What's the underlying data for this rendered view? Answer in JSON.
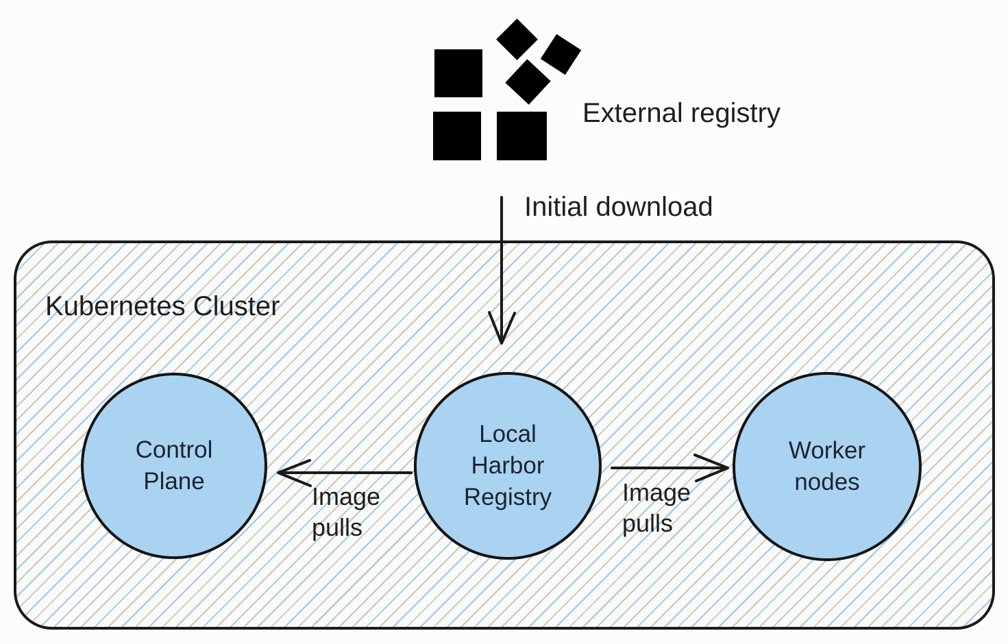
{
  "diagram": {
    "type": "architecture-diagram",
    "topic": "Harbor registry inside a Kubernetes cluster"
  },
  "external_registry": {
    "label": "External registry",
    "icon": "scattered-black-squares-icon"
  },
  "arrows": {
    "initial_download": {
      "label": "Initial download",
      "from": "external-registry",
      "to": "local-harbor-registry",
      "direction": "down"
    },
    "image_pulls_left": {
      "label": "Image\npulls",
      "from": "local-harbor-registry",
      "to": "control-plane",
      "direction": "left"
    },
    "image_pulls_right": {
      "label": "Image\npulls",
      "from": "local-harbor-registry",
      "to": "worker-nodes",
      "direction": "right"
    }
  },
  "cluster": {
    "label": "Kubernetes Cluster",
    "nodes": [
      {
        "id": "control-plane",
        "label": "Control\nPlane"
      },
      {
        "id": "local-harbor-registry",
        "label": "Local\nHarbor\nRegistry"
      },
      {
        "id": "worker-nodes",
        "label": "Worker\nnodes"
      }
    ]
  },
  "colors": {
    "node_fill": "#aad3f2",
    "hatch_blue": "#9cc8ea",
    "hatch_gray": "#c9c6bf",
    "stroke_black": "#1a1a1a",
    "icon_black": "#000000",
    "background": "#fcfcfa",
    "cluster_background": "#fafaf8"
  }
}
